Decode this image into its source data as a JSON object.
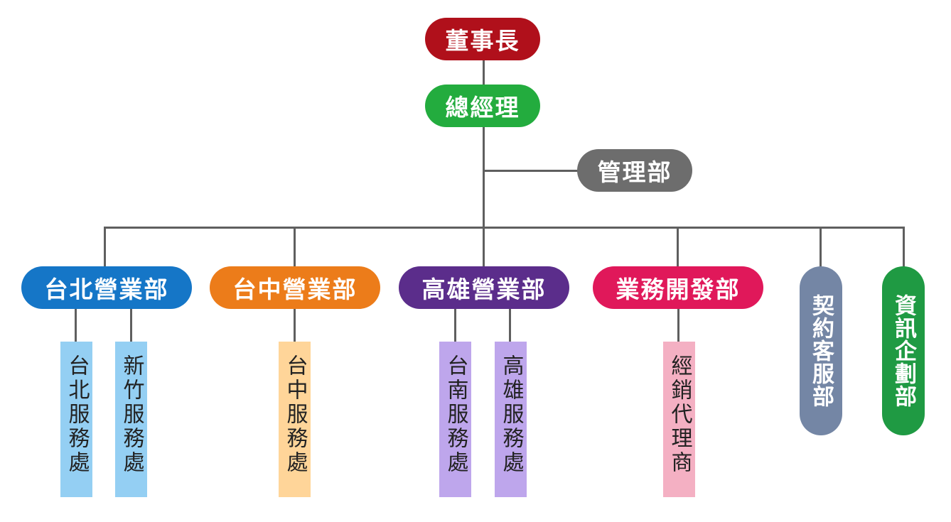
{
  "nodes": {
    "chairman": {
      "label": "董事長",
      "color": "#b0101b"
    },
    "general_manager": {
      "label": "總經理",
      "color": "#23ac3e"
    },
    "admin_dept": {
      "label": "管理部",
      "color": "#6d6d6d"
    },
    "taipei_sales": {
      "label": "台北營業部",
      "color": "#1576c7"
    },
    "taichung_sales": {
      "label": "台中營業部",
      "color": "#ec7c1a"
    },
    "kaohsiung_sales": {
      "label": "高雄營業部",
      "color": "#5b2d8b"
    },
    "business_dev": {
      "label": "業務開發部",
      "color": "#e0185a"
    },
    "contract_service": {
      "label": "契約客服部",
      "color": "#7486a5"
    },
    "info_planning": {
      "label": "資訊企劃部",
      "color": "#1f9a43"
    }
  },
  "offices": {
    "taipei_office": {
      "label": "台北服務處",
      "color": "#94cff3"
    },
    "hsinchu_office": {
      "label": "新竹服務處",
      "color": "#94cff3"
    },
    "taichung_office": {
      "label": "台中服務處",
      "color": "#ffd599"
    },
    "tainan_office": {
      "label": "台南服務處",
      "color": "#bea6ec"
    },
    "kaohsiung_office": {
      "label": "高雄服務處",
      "color": "#bea6ec"
    },
    "distributor": {
      "label": "經銷代理商",
      "color": "#f4b0c3"
    }
  }
}
